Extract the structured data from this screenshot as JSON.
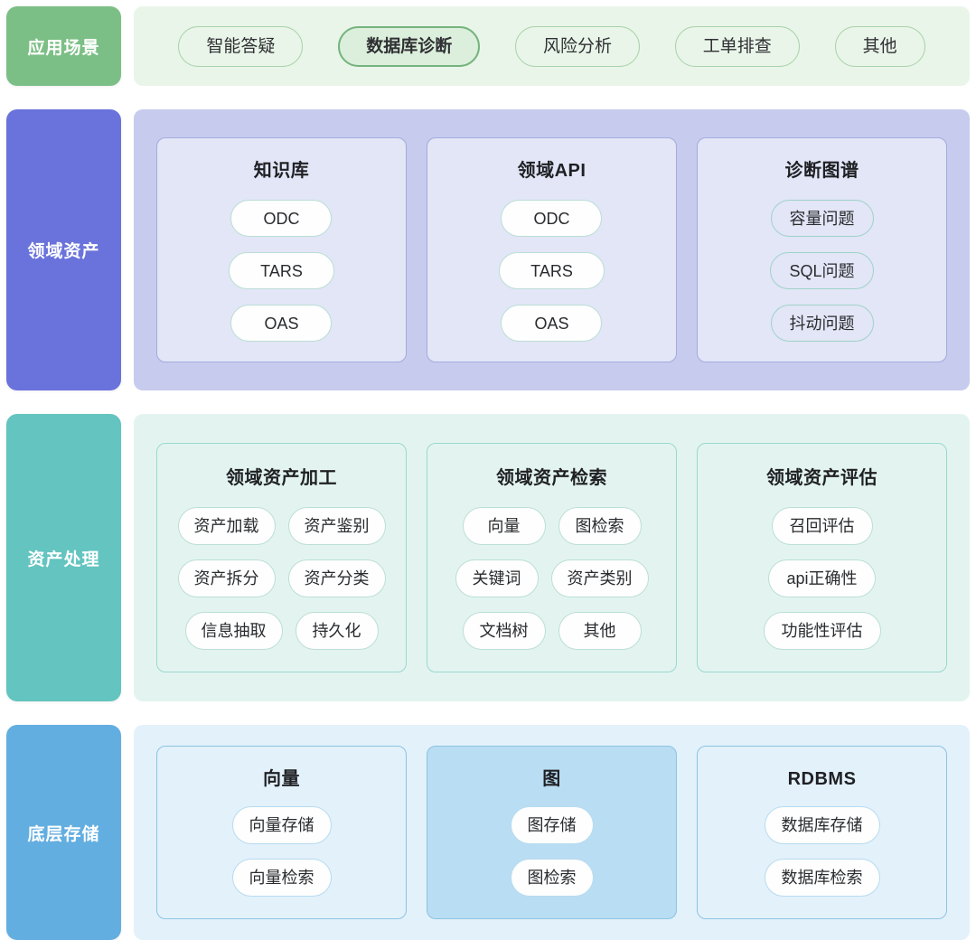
{
  "rows": [
    {
      "id": "application-scenarios",
      "label": "应用场景",
      "label_color": "#7cbf86",
      "band_color": "#e9f5e9",
      "scenarios": [
        {
          "label": "智能答疑",
          "active": false
        },
        {
          "label": "数据库诊断",
          "active": true
        },
        {
          "label": "风险分析",
          "active": false
        },
        {
          "label": "工单排查",
          "active": false
        },
        {
          "label": "其他",
          "active": false
        }
      ]
    },
    {
      "id": "domain-assets",
      "label": "领域资产",
      "label_color": "#6a73db",
      "band_color": "#c7cbee",
      "cards": [
        {
          "title": "知识库",
          "style": "solid",
          "items": [
            "ODC",
            "TARS",
            "OAS"
          ]
        },
        {
          "title": "领域API",
          "style": "solid",
          "items": [
            "ODC",
            "TARS",
            "OAS"
          ]
        },
        {
          "title": "诊断图谱",
          "style": "ghost",
          "items": [
            "容量问题",
            "SQL问题",
            "抖动问题"
          ]
        }
      ]
    },
    {
      "id": "asset-processing",
      "label": "资产处理",
      "label_color": "#63c4c0",
      "band_color": "#e3f4f0",
      "cards": [
        {
          "title": "领域资产加工",
          "layout": "two-col",
          "items": [
            "资产加载",
            "资产鉴别",
            "资产拆分",
            "资产分类",
            "信息抽取",
            "持久化"
          ]
        },
        {
          "title": "领域资产检索",
          "layout": "two-col",
          "items": [
            "向量",
            "图检索",
            "关键词",
            "资产类别",
            "文档树",
            "其他"
          ]
        },
        {
          "title": "领域资产评估",
          "layout": "one-col",
          "items": [
            "召回评估",
            "api正确性",
            "功能性评估"
          ]
        }
      ]
    },
    {
      "id": "underlying-storage",
      "label": "底层存储",
      "label_color": "#63aee0",
      "band_color": "#e3f1fb",
      "cards": [
        {
          "title": "向量",
          "tinted": false,
          "items": [
            "向量存储",
            "向量检索"
          ]
        },
        {
          "title": "图",
          "tinted": true,
          "items": [
            "图存储",
            "图检索"
          ]
        },
        {
          "title": "RDBMS",
          "tinted": false,
          "items": [
            "数据库存储",
            "数据库检索"
          ]
        }
      ]
    }
  ]
}
